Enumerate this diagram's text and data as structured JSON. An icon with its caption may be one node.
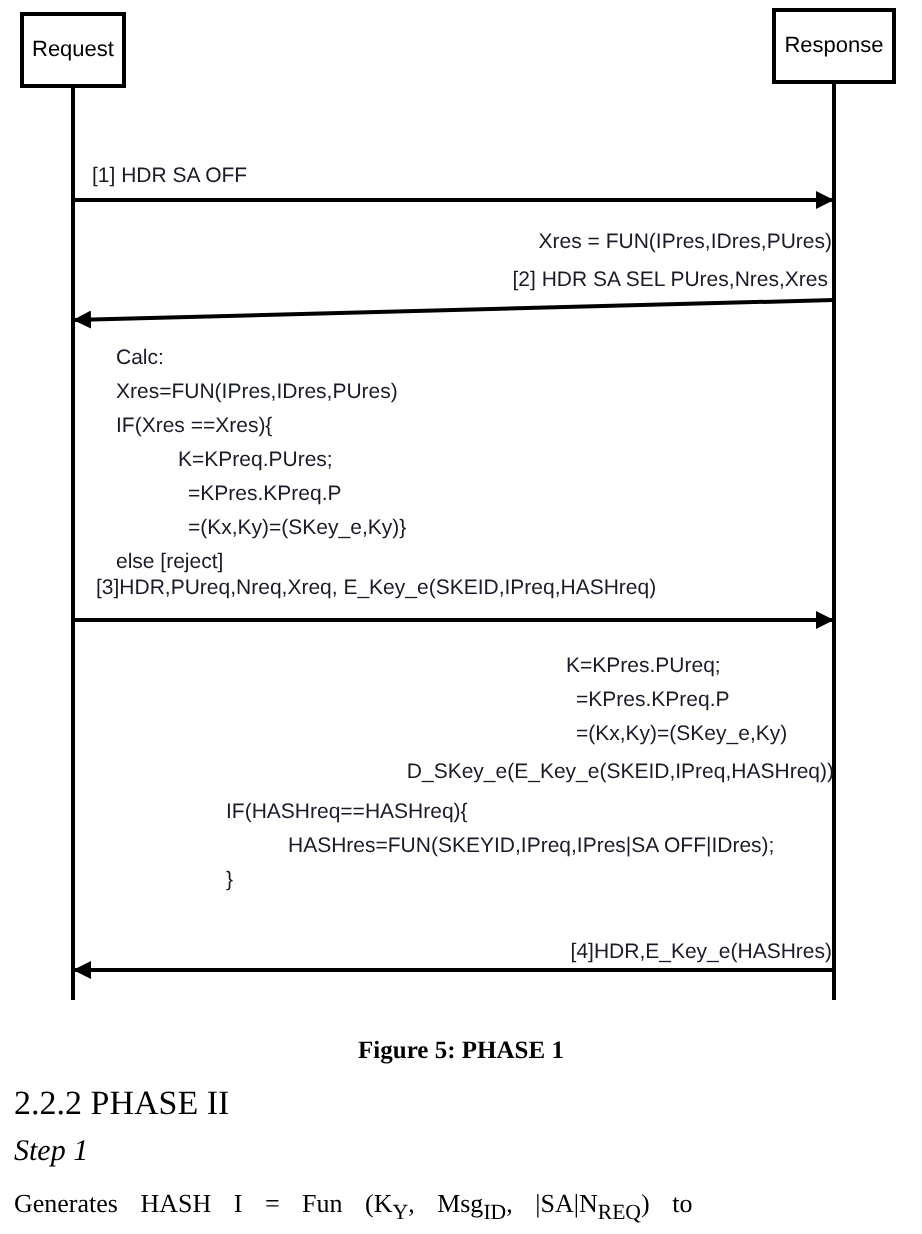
{
  "diagram": {
    "caption": "Figure 5: PHASE 1",
    "nodes": [
      {
        "text": [
          "Request"
        ]
      },
      {
        "text": [
          "Response"
        ]
      }
    ],
    "edges": [
      {
        "from": 0,
        "to": 1,
        "arrow": "to",
        "label": "[1] HDR SA OFF"
      },
      {
        "from": 1,
        "to": 0,
        "arrow": "to",
        "label": "[2] HDR SA SEL PUres,Nres,Xres"
      },
      {
        "from": 0,
        "to": 1,
        "arrow": "to",
        "label": "[3]HDR,PUreq,Nreq,Xreq, E_Key_e(SKEID,IPreq,HASHreq)"
      },
      {
        "from": 1,
        "to": 0,
        "arrow": "to",
        "label": "[4]HDR,E_Key_e(HASHres)"
      }
    ],
    "labels": [
      "Xres = FUN(IPres,IDres,PUres)",
      "Calc:",
      "Xres=FUN(IPres,IDres,PUres)",
      "IF(Xres ==Xres){",
      "K=KPreq.PUres;",
      "=KPres.KPreq.P",
      "=(Kx,Ky)=(SKey_e,Ky)}",
      "else [reject]",
      "K=KPres.PUreq;",
      "=KPres.KPreq.P",
      "=(Kx,Ky)=(SKey_e,Ky)",
      "D_SKey_e(E_Key_e(SKEID,IPreq,HASHreq))",
      "IF(HASHreq==HASHreq){",
      "HASHres=FUN(SKEYID,IPreq,IPres|SA OFF|IDres);",
      "}",
      "2.2.2 PHASE II",
      "Step 1",
      "Generates HASH I = Fun (K$_{Y}$, Msg$_{ID}$, |SA|N$_{REQ}$) to"
    ]
  }
}
